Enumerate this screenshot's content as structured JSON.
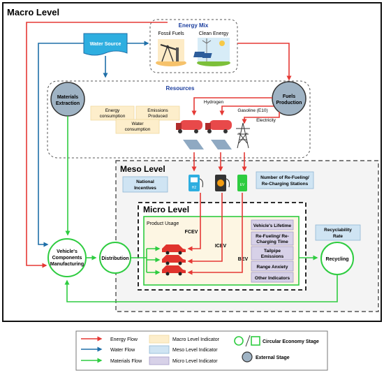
{
  "macro": {
    "title": "Macro Level"
  },
  "meso": {
    "title": "Meso Level"
  },
  "micro": {
    "title": "Micro Level",
    "product_usage": "Product Usage"
  },
  "energy_mix": {
    "title": "Energy Mix",
    "fossil": "Fossil Fuels",
    "clean": "Clean Energy"
  },
  "water_source": "Water Source",
  "resources": {
    "title": "Resources",
    "materials_extraction": [
      "Materials",
      "Extraction"
    ],
    "fuels_production": [
      "Fuels",
      "Production"
    ],
    "energy_consumption": [
      "Energy",
      "consumption"
    ],
    "emissions_produced": [
      "Emissions",
      "Produced"
    ],
    "water_consumption": [
      "Water",
      "consumption"
    ],
    "hydrogen": "Hydrogen",
    "gasoline": "Gasoline (E10)",
    "electricity": "Electricity"
  },
  "meso_indicators": {
    "national_incentives": [
      "National",
      "Incentives"
    ],
    "refueling_stations": [
      "Number of Re-Fueling/",
      "Re-Charging Stations"
    ],
    "recyclability_rate": [
      "Recyclability",
      "Rate"
    ]
  },
  "station_labels": {
    "h2": "H2",
    "ev": "EV"
  },
  "stages": {
    "manufacturing": [
      "Vehicle's",
      "Components",
      "Manufacturing"
    ],
    "distribution": "Distribution",
    "recycling": "Recycling"
  },
  "vehicles": {
    "fcev": "FCEV",
    "icev": "ICEV",
    "bev": "BEV"
  },
  "micro_indicators": [
    [
      "Vehicle's Lifetime"
    ],
    [
      "Re-Fueling/ Re-",
      "Charging Time"
    ],
    [
      "Tailpipe",
      "Emissions"
    ],
    [
      "Range Anxiety"
    ],
    [
      "Other Indicators"
    ]
  ],
  "legend": {
    "energy_flow": "Energy Flow",
    "water_flow": "Water Flow",
    "materials_flow": "Materials Flow",
    "macro_indicator": "Macro Level Indicator",
    "meso_indicator": "Meso Level Indicator",
    "micro_indicator": "Micro Level Indicator",
    "ce_stage": "Circular Economy Stage",
    "external_stage": "External Stage"
  },
  "colors": {
    "energy": "#e53935",
    "water": "#1f6fa8",
    "materials": "#2ecc40",
    "macro_fill": "#fdeecb",
    "meso_fill": "#cfe4f3",
    "micro_fill": "#d7d1e8",
    "external_fill": "#9fb3c4"
  }
}
